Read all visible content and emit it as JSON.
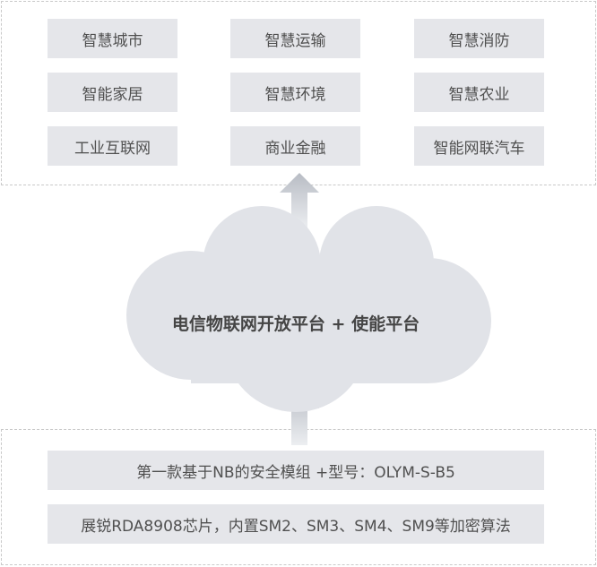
{
  "applications": [
    "智慧城市",
    "智慧运输",
    "智慧消防",
    "智能家居",
    "智慧环境",
    "智慧农业",
    "工业互联网",
    "商业金融",
    "智能网联汽车"
  ],
  "platform": {
    "label": "电信物联网开放平台 + 使能平台"
  },
  "module": {
    "line1": "第一款基于NB的安全模组 +型号：OLYM-S-B5",
    "line2": "展锐RDA8908芯片，内置SM2、SM3、SM4、SM9等加密算法"
  }
}
